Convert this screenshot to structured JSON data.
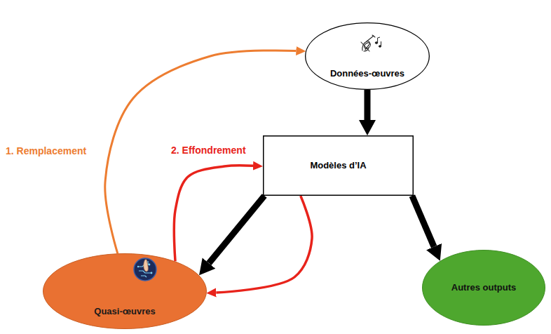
{
  "diagram": {
    "nodes": [
      {
        "text": [
          "Données-œuvres"
        ]
      },
      {
        "text": [
          "Modèles d’IA"
        ]
      },
      {
        "text": [
          "Quasi-œuvres"
        ]
      },
      {
        "text": [
          "Autres outputs"
        ]
      }
    ],
    "edges": [
      {
        "from": 0,
        "to": 1,
        "arrow": "to"
      },
      {
        "from": 1,
        "to": 2,
        "arrow": "to"
      },
      {
        "from": 1,
        "to": 3,
        "arrow": "to"
      },
      {
        "from": 2,
        "to": 0,
        "arrow": "to",
        "label": "1. Remplacement"
      },
      {
        "from": 2,
        "to": 1,
        "arrow": "to",
        "label": "2. Effondrement"
      },
      {
        "from": 1,
        "to": 2,
        "arrow": "to"
      }
    ]
  }
}
